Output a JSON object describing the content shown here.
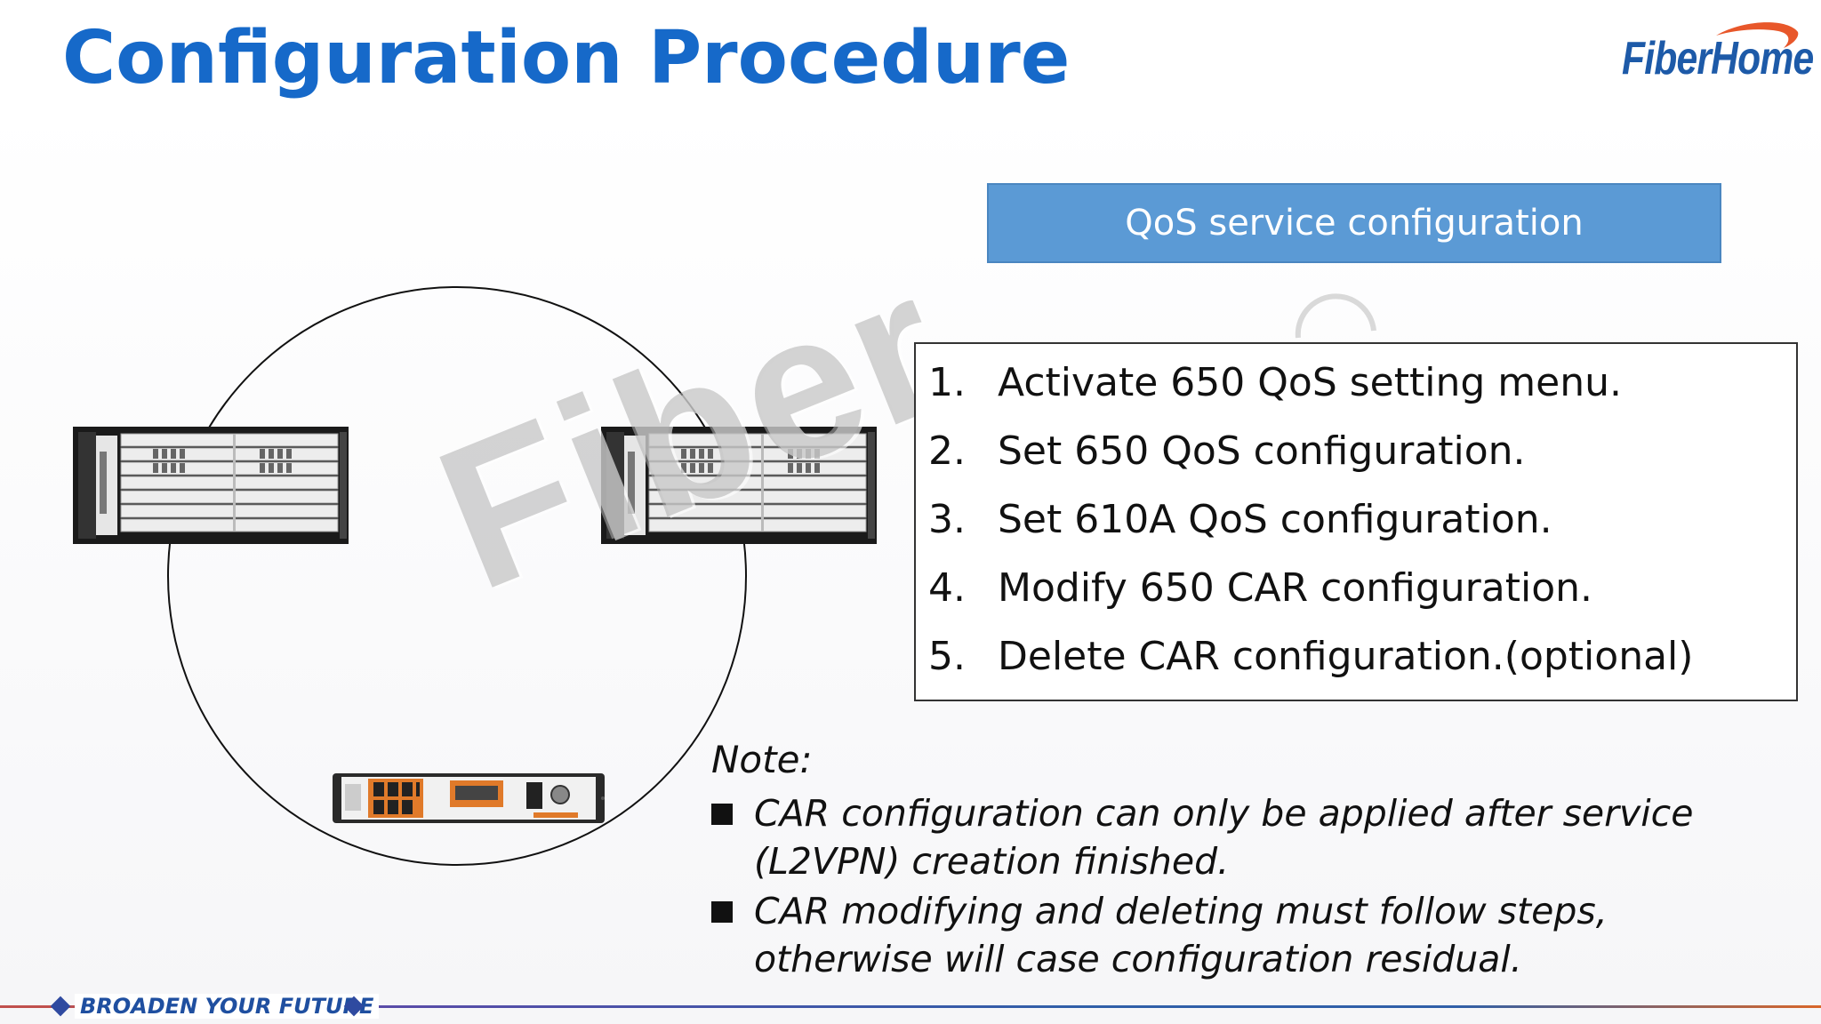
{
  "title": "Configuration Procedure",
  "logo": {
    "text": "FiberHome",
    "swoosh_color": "#e8572a",
    "text_color": "#1d5aa8"
  },
  "watermark": "Fiber",
  "banner": {
    "label": "QoS service configuration",
    "color": "#5b9ad5"
  },
  "steps": [
    {
      "num": "1.",
      "text": "Activate 650 QoS setting menu."
    },
    {
      "num": "2.",
      "text": "Set 650 QoS configuration."
    },
    {
      "num": "3.",
      "text": "Set 610A QoS configuration."
    },
    {
      "num": "4.",
      "text": "Modify 650 CAR configuration."
    },
    {
      "num": "5.",
      "text": "Delete CAR configuration.(optional)"
    }
  ],
  "note": {
    "heading": "Note:",
    "items": [
      "CAR configuration can only be applied after service (L2VPN) creation finished.",
      "CAR modifying and deleting must follow steps, otherwise will case configuration residual."
    ]
  },
  "footer": {
    "tagline": "BROADEN YOUR FUTURE"
  },
  "colors": {
    "title": "#1669c9",
    "accent_blue": "#1f4fa0",
    "port_orange": "#e07a2a"
  }
}
